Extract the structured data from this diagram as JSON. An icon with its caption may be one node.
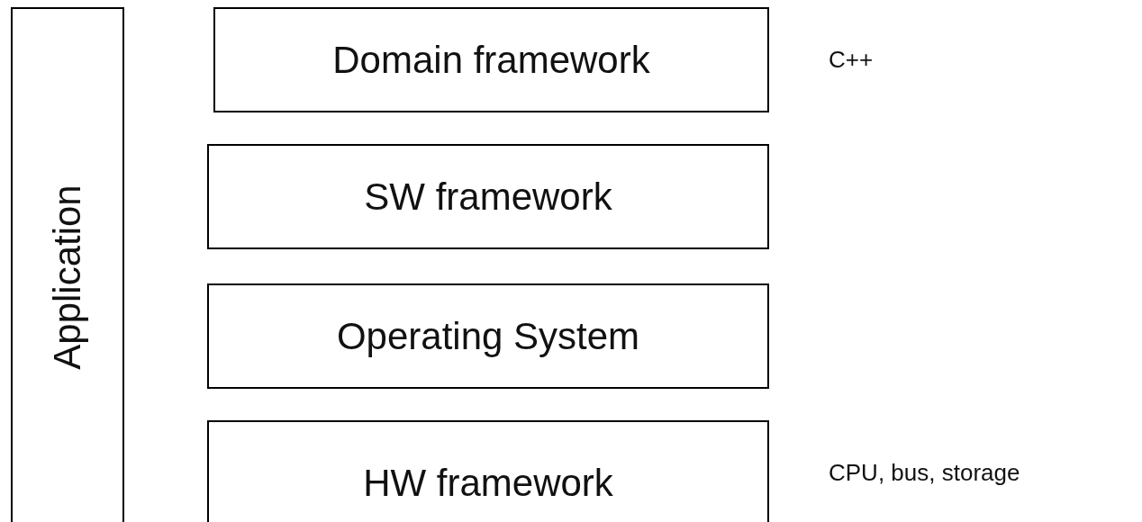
{
  "diagram": {
    "nodes": [
      {
        "text": [
          "Application"
        ]
      },
      {
        "text": [
          "Domain framework"
        ],
        "beside": [
          "C++"
        ]
      },
      {
        "text": [
          "SW framework"
        ]
      },
      {
        "text": [
          "Operating System"
        ]
      },
      {
        "text": [
          "HW framework"
        ],
        "beside": [
          "CPU, bus, storage"
        ]
      }
    ]
  }
}
